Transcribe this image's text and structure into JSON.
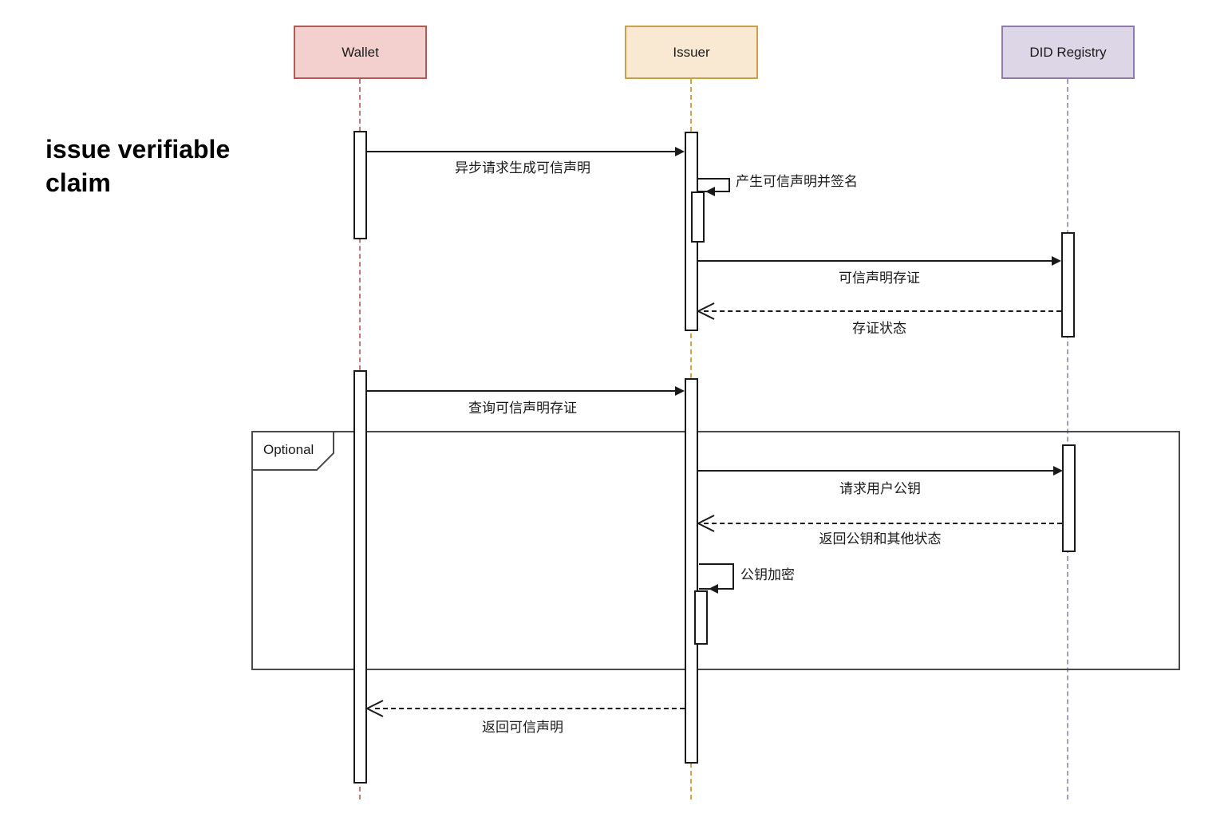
{
  "diagram": {
    "title": "issue verifiable claim",
    "fragment_label": "Optional",
    "actors": [
      {
        "name": "Wallet"
      },
      {
        "name": "Issuer"
      },
      {
        "name": "DID Registry"
      }
    ],
    "messages": [
      {
        "label": "异步请求生成可信声明",
        "from": "Wallet",
        "to": "Issuer",
        "style": "solid"
      },
      {
        "label": "产生可信声明并签名",
        "from": "Issuer",
        "to": "Issuer",
        "style": "self"
      },
      {
        "label": "可信声明存证",
        "from": "Issuer",
        "to": "DID Registry",
        "style": "solid"
      },
      {
        "label": "存证状态",
        "from": "DID Registry",
        "to": "Issuer",
        "style": "dashed-return"
      },
      {
        "label": "查询可信声明存证",
        "from": "Wallet",
        "to": "Issuer",
        "style": "solid"
      },
      {
        "label": "请求用户公钥",
        "from": "Issuer",
        "to": "DID Registry",
        "style": "solid"
      },
      {
        "label": "返回公钥和其他状态",
        "from": "DID Registry",
        "to": "Issuer",
        "style": "dashed-return"
      },
      {
        "label": "公钥加密",
        "from": "Issuer",
        "to": "Issuer",
        "style": "self"
      },
      {
        "label": "返回可信声明",
        "from": "Issuer",
        "to": "Wallet",
        "style": "dashed-return"
      }
    ],
    "colors": {
      "wallet_fill": "#f3cfcd",
      "wallet_stroke": "#b05a55",
      "issuer_fill": "#f9e9d3",
      "issuer_stroke": "#c9a14b",
      "registry_fill": "#ddd6e6",
      "registry_stroke": "#8f7bab",
      "line": "#1a1a1a",
      "fragment_border": "#4a4a4a"
    }
  }
}
